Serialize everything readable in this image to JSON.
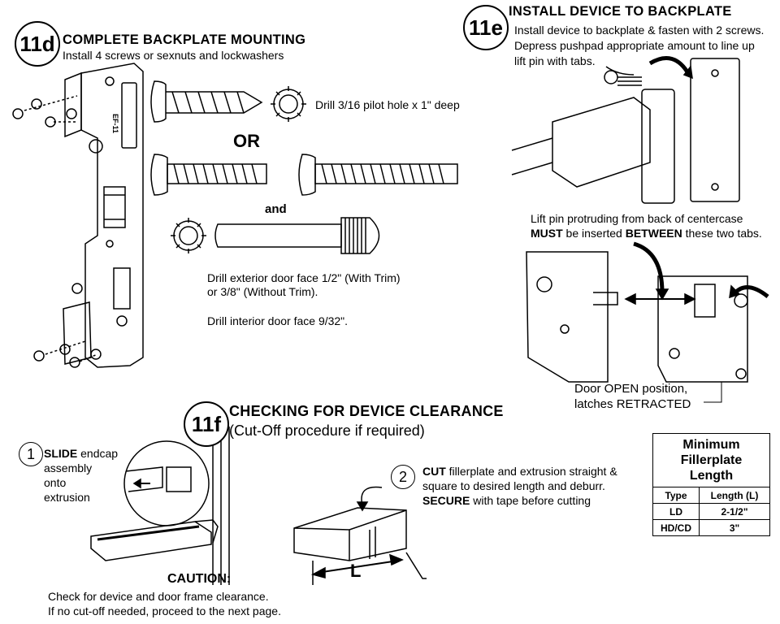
{
  "s11d": {
    "badge": "11d",
    "title": "COMPLETE  BACKPLATE  MOUNTING",
    "subtitle": "Install 4 screws or sexnuts and lockwashers",
    "drill_pilot": "Drill 3/16 pilot hole x 1\" deep",
    "or": "OR",
    "and": "and",
    "drill_ext_1": "Drill exterior door face 1/2\" (With Trim)",
    "drill_ext_2": "or 3/8\" (Without Trim).",
    "drill_int": "Drill interior door face 9/32\".",
    "plate_label": "EF-11"
  },
  "s11e": {
    "badge": "11e",
    "title": "INSTALL DEVICE TO BACKPLATE",
    "line1": "Install device to backplate & fasten with 2 screws.",
    "line2": "Depress pushpad appropriate amount to line up",
    "line3": "lift pin with tabs.",
    "lift_line1": "Lift pin protruding from back of centercase",
    "lift_must": "MUST",
    "lift_mid": " be inserted ",
    "lift_between": "BETWEEN",
    "lift_end": " these two tabs.",
    "door_open_1": "Door OPEN position,",
    "door_open_2": "latches RETRACTED"
  },
  "s11f": {
    "badge": "11f",
    "title": "CHECKING FOR DEVICE CLEARANCE",
    "subtitle": "(Cut-Off procedure if required)",
    "step1_num": "1",
    "step1_bold": "SLIDE",
    "step1_rest": " endcap",
    "step1_l2": "assembly",
    "step1_l3": "onto",
    "step1_l4": "extrusion",
    "step2_num": "2",
    "step2_bold": "CUT",
    "step2_rest": " fillerplate and extrusion straight &",
    "step2_l2": "square to desired length and deburr.",
    "step2_bold2": "SECURE",
    "step2_rest2": " with tape before cutting",
    "caution": "CAUTION:",
    "caution_l1": "Check for device and door frame clearance.",
    "caution_l2": "If no cut-off needed, proceed to the next page.",
    "L_label": "L"
  },
  "fillerplate": {
    "title_1": "Minimum",
    "title_2": "Fillerplate",
    "title_3": "Length",
    "headers": [
      "Type",
      "Length (L)"
    ],
    "rows": [
      [
        "LD",
        "2-1/2\""
      ],
      [
        "HD/CD",
        "3\""
      ]
    ]
  }
}
